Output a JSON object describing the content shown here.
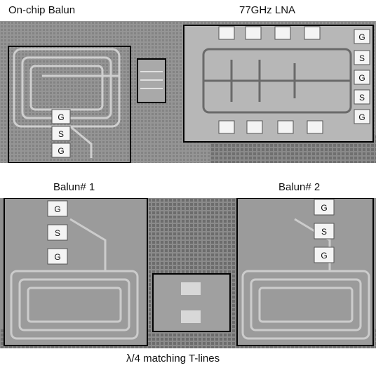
{
  "labels": {
    "on_chip_balun": "On-chip Balun",
    "lna": "77GHz LNA",
    "balun1": "Balun# 1",
    "balun2": "Balun# 2",
    "tlines": "λ/4 matching T-lines"
  },
  "pads": {
    "balun_top": [
      "G",
      "S",
      "G"
    ],
    "lna_right": [
      "G",
      "S",
      "G",
      "S",
      "G"
    ],
    "balun1": [
      "G",
      "S",
      "G"
    ],
    "balun2": [
      "G",
      "S",
      "G"
    ]
  },
  "colors": {
    "die_bg": "#8f8f8f",
    "metal": "#c8c8c8",
    "grid": "#6e6e6e",
    "frame": "#000000",
    "pad": "#f4f4f4"
  }
}
